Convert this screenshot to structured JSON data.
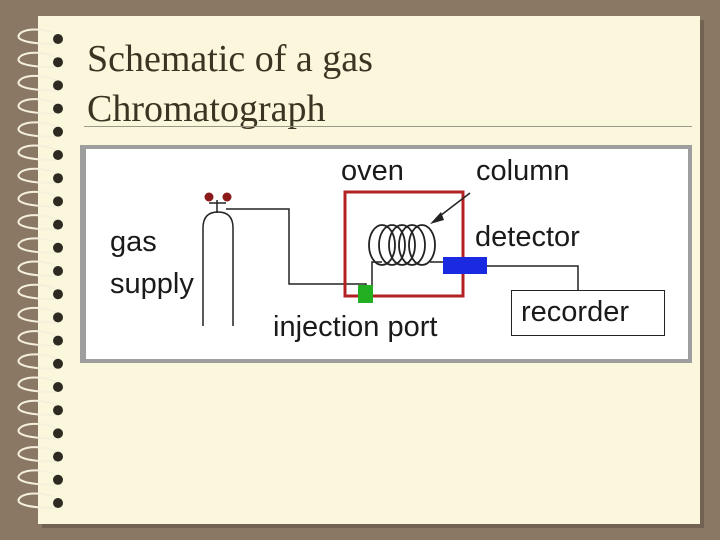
{
  "slide": {
    "title": "Schematic of a gas\nChromatograph"
  },
  "diagram": {
    "labels": {
      "oven": "oven",
      "column": "column",
      "detector": "detector",
      "gas_supply": "gas\nsupply",
      "injection_port": "injection port",
      "recorder": "recorder"
    },
    "colors": {
      "oven_border": "#b22222",
      "injection_port": "#22b022",
      "detector": "#1a2ae0",
      "valve": "#8b1a1a",
      "panel": "#9e9e9e",
      "paper": "#fbf7dd",
      "background": "#8a7864"
    }
  }
}
